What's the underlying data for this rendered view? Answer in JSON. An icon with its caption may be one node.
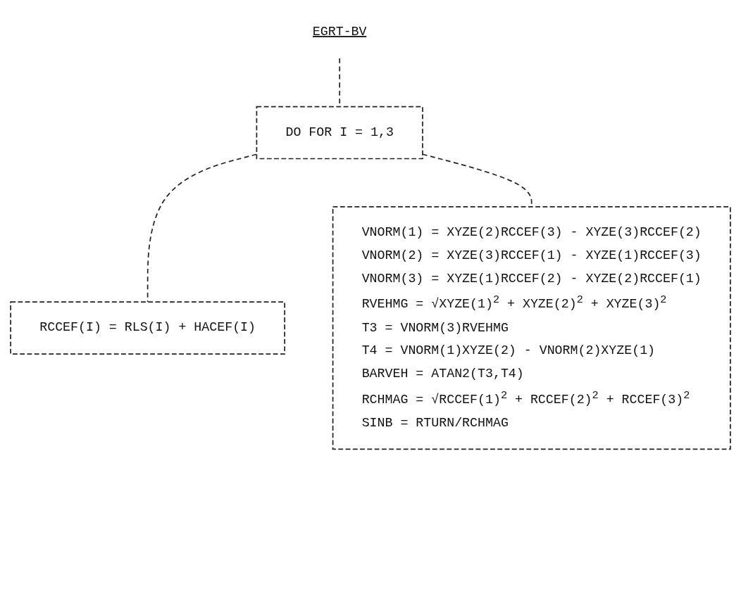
{
  "diagram": {
    "nodes": [
      {
        "text": [
          "EGRT-BV"
        ]
      },
      {
        "text": [
          "DO FOR I = 1,3"
        ]
      },
      {
        "text": [
          "RCCEF(I) = RLS(I) + HACEF(I)"
        ]
      },
      {
        "text": [
          "VNORM(1) = XYZE(2)RCCEF(3) - XYZE(3)RCCEF(2)",
          "VNORM(2) = XYZE(3)RCCEF(1) - XYZE(1)RCCEF(3)",
          "VNORM(3) = XYZE(1)RCCEF(2) - XYZE(2)RCCEF(1)",
          "RVEHMG = √XYZE(1)$^{2}$ + XYZE(2)$^{2}$ + XYZE(3)$^{2}$",
          "T3 = VNORM(3)RVEHMG",
          "T4 = VNORM(1)XYZE(2) - VNORM(2)XYZE(1)",
          "BARVEH = ATAN2(T3,T4)",
          "RCHMAG = √RCCEF(1)$^{2}$ + RCCEF(2)$^{2}$ + RCCEF(3)$^{2}$",
          "SINB = RTURN/RCHMAG"
        ]
      }
    ],
    "edges": [
      {
        "from": 0,
        "to": 1,
        "arrow": "none",
        "style": "dashed"
      },
      {
        "from": 1,
        "to": 2,
        "arrow": "none",
        "style": "dashed"
      },
      {
        "from": 1,
        "to": 3,
        "arrow": "none",
        "style": "dashed"
      }
    ]
  }
}
